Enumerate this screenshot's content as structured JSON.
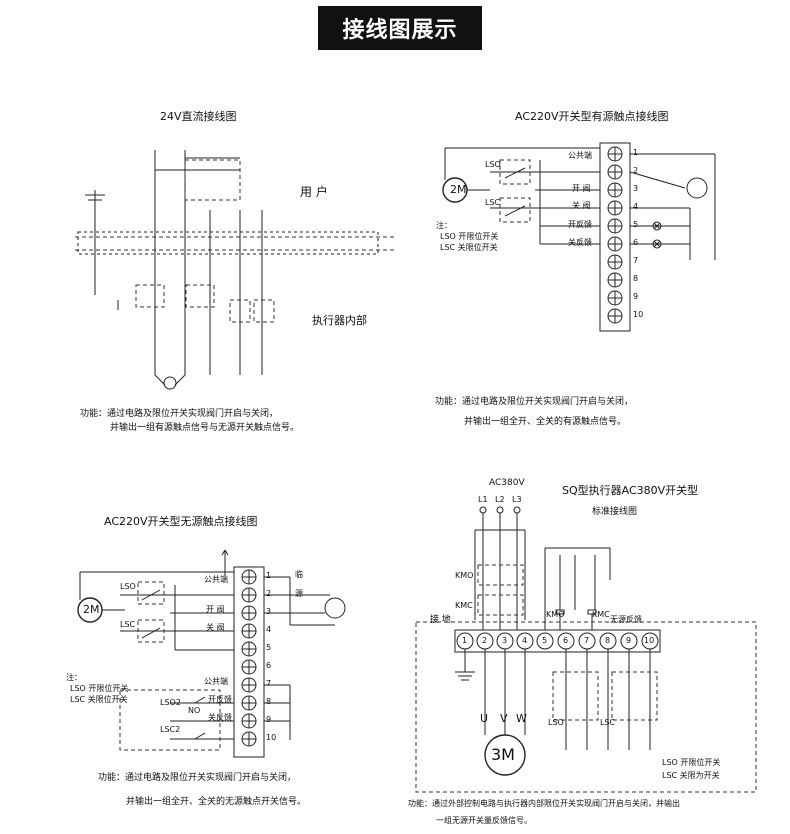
{
  "header": {
    "title": "接线图展示"
  },
  "d1": {
    "title": "24V直流接线图",
    "user_label": "用  户",
    "inside_label": "执行器内部",
    "func1": "功能：通过电路及限位开关实现阀门开启与关闭，",
    "func2": "并输出一组有源触点信号与无源开关触点信号。"
  },
  "d2": {
    "title": "AC220V开关型有源触点接线图",
    "motor": "2M",
    "lso": "LSO",
    "lsc": "LSC",
    "common": "公共端",
    "open": "开  阀",
    "close": "关  阀",
    "open_fb": "开反馈",
    "close_fb": "关反馈",
    "note_head": "注：",
    "note_lso": "LSO  开限位开关",
    "note_lsc": "LSC  关限位开关",
    "func1": "功能：通过电路及限位开关实现阀门开启与关闭，",
    "func2": "并输出一组全开、全关的有源触点信号。",
    "terminals": [
      "1",
      "2",
      "3",
      "4",
      "5",
      "6",
      "7",
      "8",
      "9",
      "10"
    ]
  },
  "d3": {
    "title": "AC220V开关型无源触点接线图",
    "motor": "2M",
    "lso": "LSO",
    "lsc": "LSC",
    "common": "公共端",
    "open": "开  阀",
    "close": "关  阀",
    "open_fb": "开反馈",
    "close_fb": "关反馈",
    "common2": "公共端",
    "lso2": "LSO2",
    "lsc2": "LSC2",
    "no": "NO",
    "r1": "临",
    "r2": "源",
    "note_head": "注：",
    "note_lso": "LSO  开限位开关",
    "note_lsc": "LSC  关限位开关",
    "func1": "功能：通过电路及限位开关实现阀门开启与关闭，",
    "func2": "并输出一组全开、全关的无源触点开关信号。",
    "terminals": [
      "1",
      "2",
      "3",
      "4",
      "5",
      "6",
      "7",
      "8",
      "9",
      "10"
    ]
  },
  "d4": {
    "supply": "AC380V",
    "title1": "SQ型执行器AC380V开关型",
    "title2": "标准接线图",
    "l1": "L1",
    "l2": "L2",
    "l3": "L3",
    "kmo": "KMO",
    "kmc": "KMC",
    "ground": "接  地",
    "passive_fb": "无源反馈",
    "motor": "3M",
    "u": "U",
    "v": "V",
    "w": "W",
    "lso": "LSO",
    "lsc": "LSC",
    "note_lso": "LSO  开限位开关",
    "note_lsc": "LSC  关限为开关",
    "func1": "功能：通过外部控制电路与执行器内部限位开关实现阀门开启与关闭，并输出",
    "func2": "一组无源开关量反馈信号。",
    "terminals": [
      "1",
      "2",
      "3",
      "4",
      "5",
      "6",
      "7",
      "8",
      "9",
      "10"
    ]
  }
}
